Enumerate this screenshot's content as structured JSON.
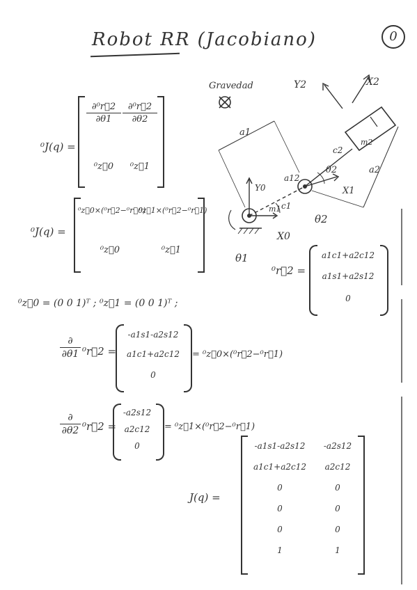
{
  "title": "Robot RR (Jacobiano)",
  "page_number": "0",
  "gravity_label": "Gravedad",
  "jacobian_general": {
    "lhs": "⁰J(q) =",
    "m11_num": "∂⁰r⃗2",
    "m11_den": "∂θ1",
    "m12_num": "∂⁰r⃗2",
    "m12_den": "∂θ2",
    "m21": "⁰z⃗0",
    "m22": "⁰z⃗1"
  },
  "jacobian_cross": {
    "lhs": "⁰J(q) =",
    "m11": "⁰z⃗0×(⁰r⃗2−⁰r⃗0)",
    "m12": "⁰z⃗1×(⁰r⃗2−⁰r⃗1)",
    "m21": "⁰z⃗0",
    "m22": "⁰z⃗1"
  },
  "position_vector": {
    "lhs": "⁰r⃗2 =",
    "row1": "a1c1+a2c12",
    "row2": "a1s1+a2s12",
    "row3": "0"
  },
  "z_axes": "⁰z⃗0 = (0 0 1)ᵀ ; ⁰z⃗1 = (0 0 1)ᵀ ;",
  "deriv_q1": {
    "num": "∂",
    "den": "∂θ1",
    "vec": "⁰r⃗2 =",
    "row1": "-a1s1-a2s12",
    "row2": "a1c1+a2c12",
    "row3": "0",
    "rhs": "= ⁰z⃗0×(⁰r⃗2−⁰r⃗1)"
  },
  "deriv_q2": {
    "num": "∂",
    "den": "∂θ2",
    "vec": "⁰r⃗2 =",
    "row1": "-a2s12",
    "row2": "a2c12",
    "row3": "0",
    "rhs": "= ⁰z⃗1×(⁰r⃗2−⁰r⃗1)"
  },
  "jacobian_final": {
    "lhs": "J(q) =",
    "rows": [
      [
        "-a1s1-a2s12",
        "-a2s12"
      ],
      [
        "a1c1+a2c12",
        "a2c12"
      ],
      [
        "0",
        "0"
      ],
      [
        "0",
        "0"
      ],
      [
        "0",
        "0"
      ],
      [
        "1",
        "1"
      ]
    ]
  },
  "diagram": {
    "y2": "Y2",
    "x2_top": "X2",
    "a1": "a1",
    "y0": "Y0",
    "a12": "a12",
    "c2": "c2",
    "a2": "a2",
    "x1": "X1",
    "theta2": "θ2",
    "c1": "c1",
    "q2": "θ2",
    "x0": "X0",
    "q1": "θ1",
    "m2": "m2",
    "m1": "m1"
  }
}
